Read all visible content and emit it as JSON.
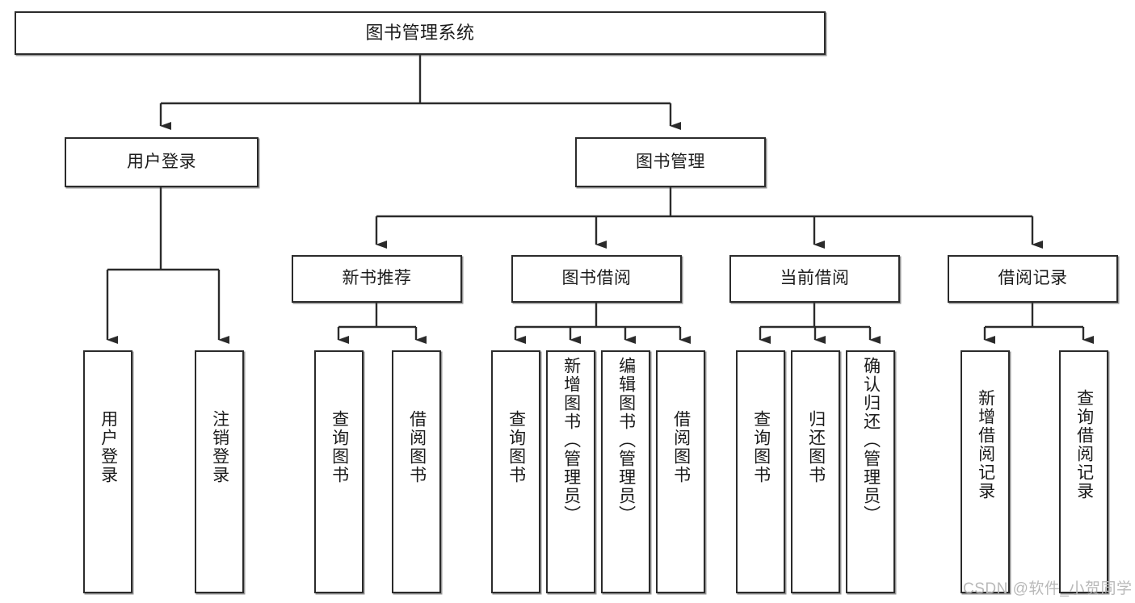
{
  "diagram": {
    "title": "图书管理系统",
    "type": "hierarchy-tree",
    "orientation": "top-down",
    "root": {
      "id": "root",
      "label": "图书管理系统",
      "level": 1
    },
    "level2": [
      {
        "id": "user-login",
        "label": "用户登录",
        "level": 2
      },
      {
        "id": "book-manage",
        "label": "图书管理",
        "level": 2
      }
    ],
    "level3": [
      {
        "id": "new-book-rec",
        "label": "新书推荐",
        "level": 3,
        "parent": "book-manage"
      },
      {
        "id": "book-borrow",
        "label": "图书借阅",
        "level": 3,
        "parent": "book-manage"
      },
      {
        "id": "current-borrow",
        "label": "当前借阅",
        "level": 3,
        "parent": "book-manage"
      },
      {
        "id": "borrow-record",
        "label": "借阅记录",
        "level": 3,
        "parent": "book-manage"
      }
    ],
    "leaves": [
      {
        "id": "leaf-user-login",
        "label": "用户登录",
        "parent": "user-login",
        "length": "short"
      },
      {
        "id": "leaf-user-logout",
        "label": "注销登录",
        "parent": "user-login",
        "length": "short"
      },
      {
        "id": "leaf-query-book-rec",
        "label": "查询图书",
        "parent": "new-book-rec",
        "length": "short"
      },
      {
        "id": "leaf-borrow-book-rec",
        "label": "借阅图书",
        "parent": "new-book-rec",
        "length": "short"
      },
      {
        "id": "leaf-query-book-borrow",
        "label": "查询图书",
        "parent": "book-borrow",
        "length": "short"
      },
      {
        "id": "leaf-add-book",
        "label": "新增图书（管理员）",
        "parent": "book-borrow",
        "length": "long"
      },
      {
        "id": "leaf-edit-book",
        "label": "编辑图书（管理员）",
        "parent": "book-borrow",
        "length": "long"
      },
      {
        "id": "leaf-borrow-book",
        "label": "借阅图书",
        "parent": "book-borrow",
        "length": "short"
      },
      {
        "id": "leaf-query-book-current",
        "label": "查询图书",
        "parent": "current-borrow",
        "length": "short"
      },
      {
        "id": "leaf-return-book",
        "label": "归还图书",
        "parent": "current-borrow",
        "length": "short"
      },
      {
        "id": "leaf-confirm-return",
        "label": "确认归还（管理员）",
        "parent": "current-borrow",
        "length": "long"
      },
      {
        "id": "leaf-add-record",
        "label": "新增借阅记录",
        "parent": "borrow-record",
        "length": "medium"
      },
      {
        "id": "leaf-query-record",
        "label": "查询借阅记录",
        "parent": "borrow-record",
        "length": "medium"
      }
    ]
  },
  "watermark": {
    "text": "CSDN @软件_小贺同学"
  },
  "colors": {
    "background": "#ffffff",
    "box_border": "#2b2b2b",
    "box_fill": "#ffffff",
    "connector": "#2b2b2b",
    "text": "#1b1b1b",
    "watermark": "#b9b9b9"
  }
}
